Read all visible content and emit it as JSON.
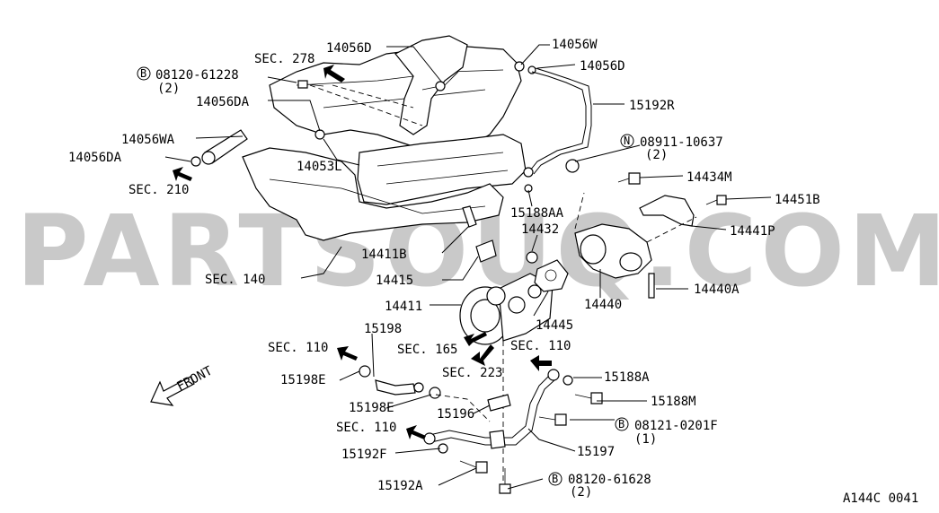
{
  "watermark": "PARTSOUQ.COM",
  "figure_code": "A144C 0041",
  "front_label": "FRONT",
  "labels": {
    "l14056D_top": "14056D",
    "l14056W": "14056W",
    "l14056D_right": "14056D",
    "sec278": "SEC. 278",
    "bolt1_code": "08120-61228",
    "bolt1_qty": "(2)",
    "l14056DA_top": "14056DA",
    "l15192R": "15192R",
    "l14056WA": "14056WA",
    "nut_code": "08911-10637",
    "nut_qty": "(2)",
    "l14056DA_left": "14056DA",
    "l14053L": "14053L",
    "sec210": "SEC. 210",
    "l14434M": "14434M",
    "l14451B": "14451B",
    "l15188AA": "15188AA",
    "l14432": "14432",
    "l14441P": "14441P",
    "l14411B": "14411B",
    "sec140": "SEC. 140",
    "l14415": "14415",
    "l14440A": "14440A",
    "l14440": "14440",
    "l14411": "14411",
    "l14445": "14445",
    "l15198": "15198",
    "sec110_a": "SEC. 110",
    "sec165": "SEC. 165",
    "sec110_b": "SEC. 110",
    "sec223": "SEC. 223",
    "l15198E_a": "15198E",
    "l15188A": "15188A",
    "l15188M": "15188M",
    "l15198E_b": "15198E",
    "l15196": "15196",
    "sec110_c": "SEC. 110",
    "bolt2_code": "08121-0201F",
    "bolt2_qty": "(1)",
    "l15197": "15197",
    "l15192F": "15192F",
    "bolt3_code": "08120-61628",
    "bolt3_qty": "(2)",
    "l15192A": "15192A"
  },
  "prefix_b": "B",
  "prefix_n": "N"
}
